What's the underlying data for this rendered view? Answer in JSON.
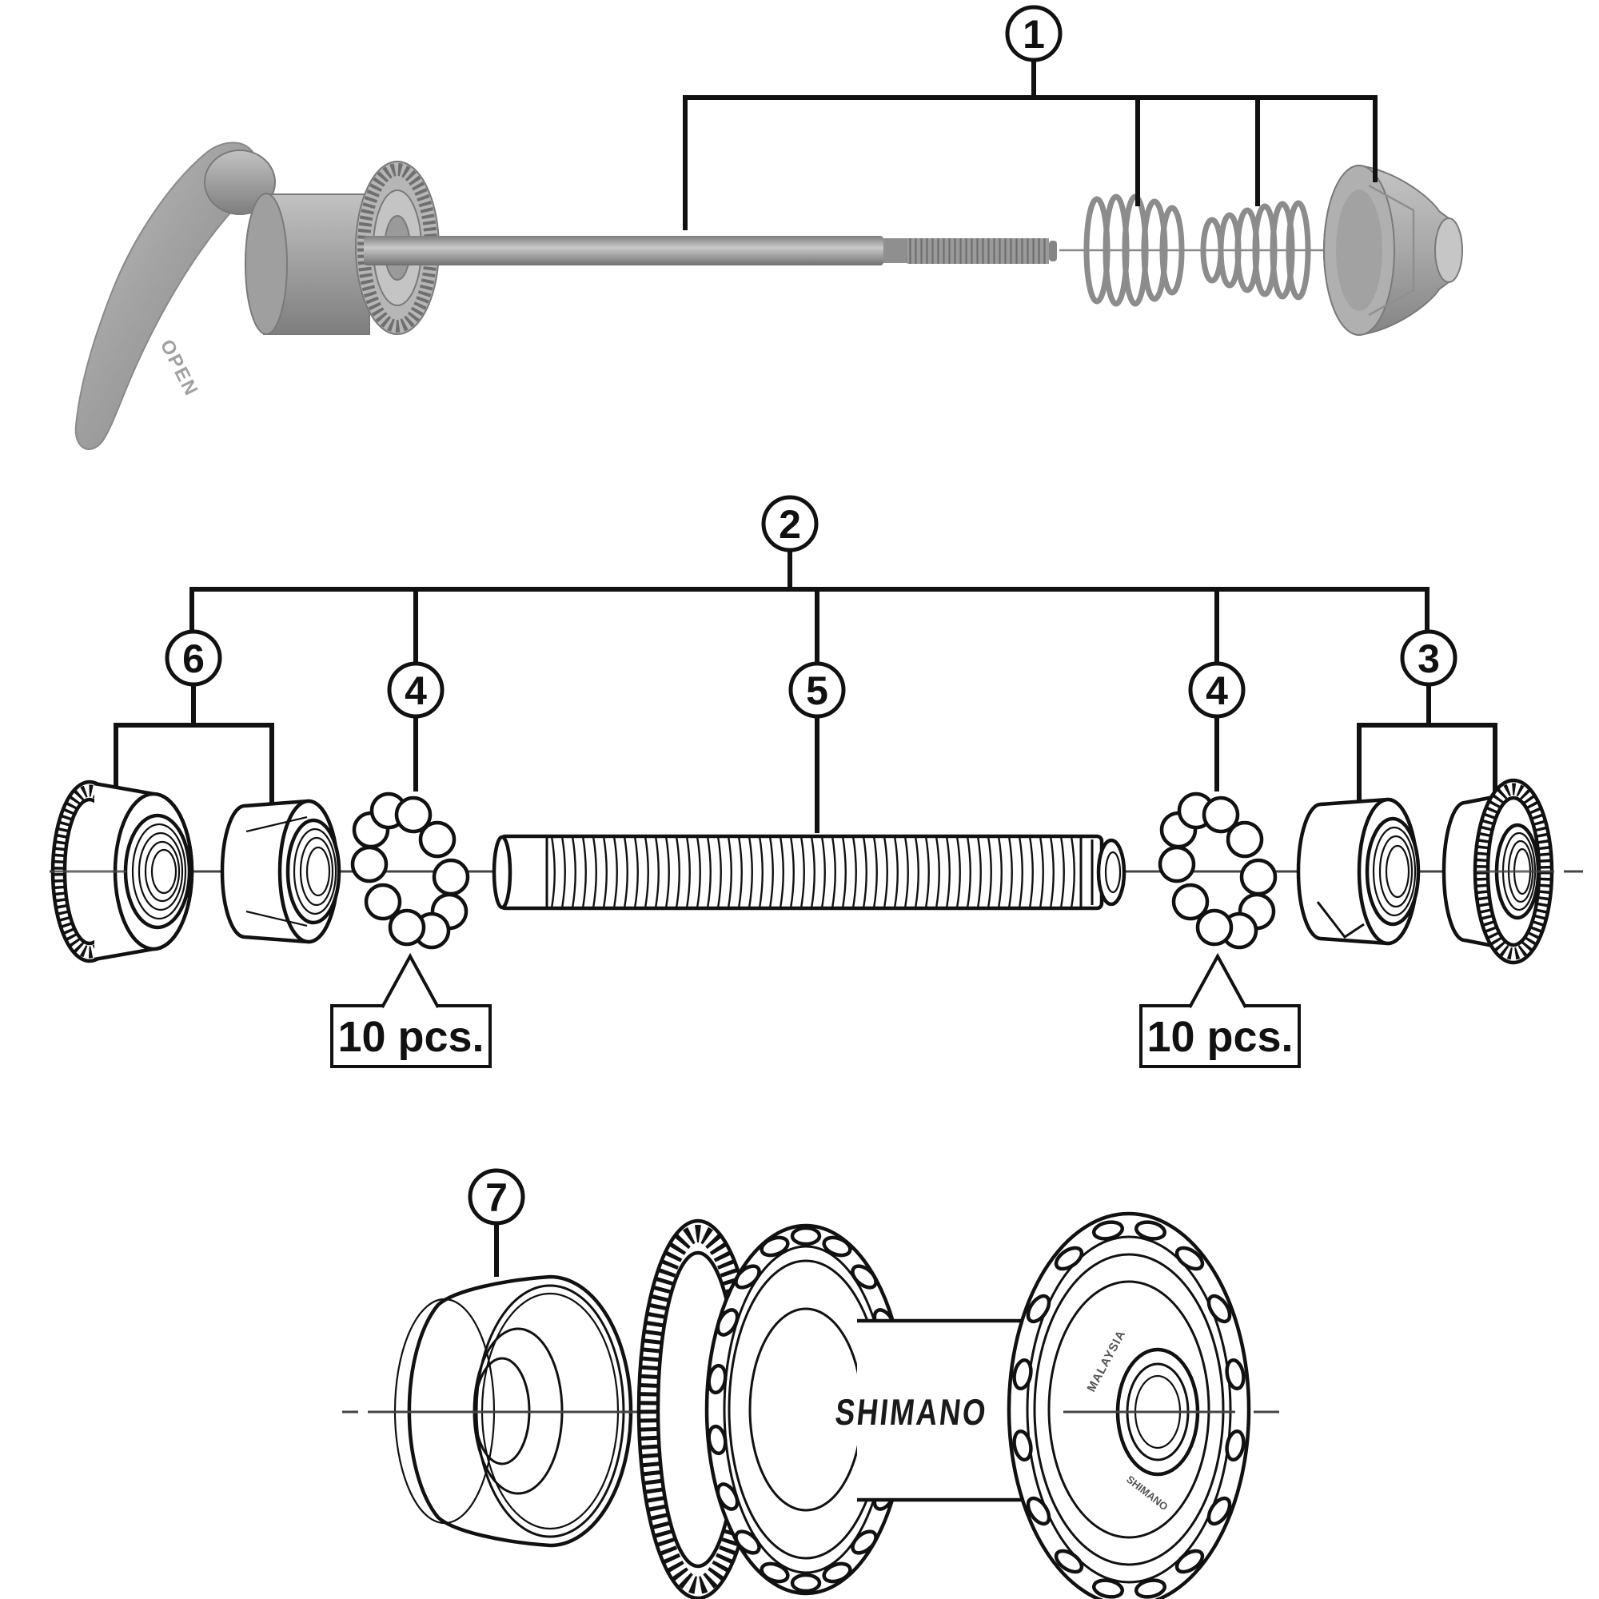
{
  "page": {
    "background": "#ffffff",
    "description": "Exploded parts diagram of a front quick-release bicycle hub"
  },
  "colors": {
    "line": "#111111",
    "center_line": "#444444",
    "render_light": "#c6c6c6",
    "render_mid": "#a6a6a6",
    "render_dark": "#7f7f7f"
  },
  "callouts": {
    "n1": "1",
    "n2": "2",
    "n3": "3",
    "n4_left": "4",
    "n4_right": "4",
    "n5": "5",
    "n6": "6",
    "n7": "7"
  },
  "labels": {
    "qty_left": "10 pcs.",
    "qty_right": "10 pcs."
  },
  "markings": {
    "hub_logo": "SHIMANO",
    "hub_origin": "MALAYSIA",
    "flange_brand": "SHIMANO",
    "lever": "OPEN"
  }
}
